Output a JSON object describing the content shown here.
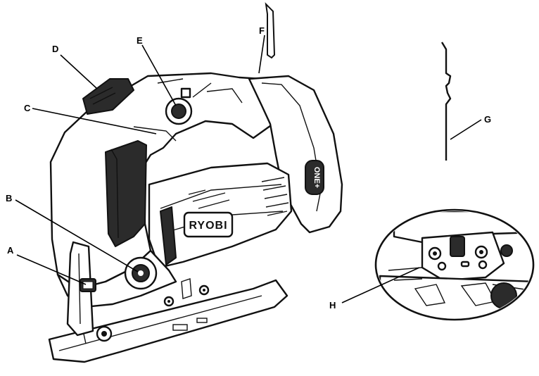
{
  "diagram": {
    "labels": [
      "A",
      "B",
      "C",
      "D",
      "E",
      "F",
      "G",
      "H"
    ],
    "brand_text": "RYOBI",
    "battery_badge_text": "ONE+",
    "colors": {
      "ink": "#111111",
      "fill": "#ffffff",
      "dark": "#2b2b2b"
    }
  }
}
